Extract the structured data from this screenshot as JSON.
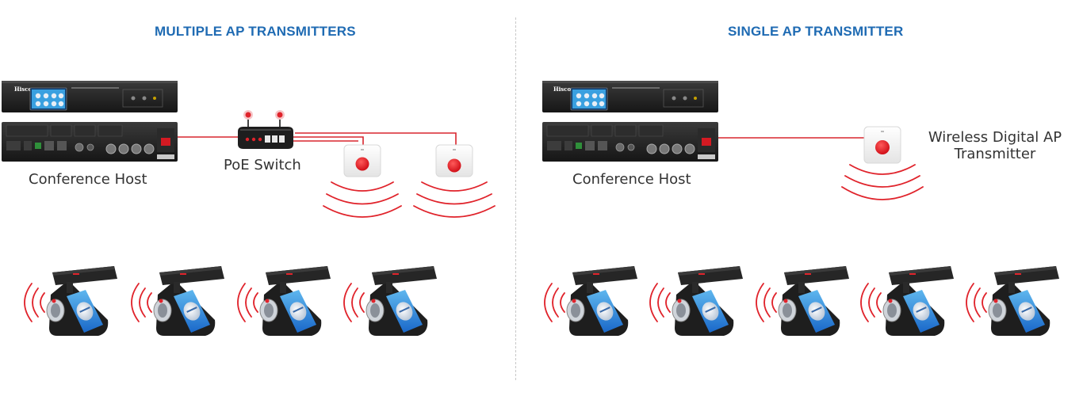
{
  "left_panel": {
    "title": "MULTIPLE AP TRANSMITTERS",
    "host_label": "Conference Host",
    "switch_label": "PoE Switch"
  },
  "right_panel": {
    "title": "SINGLE AP TRANSMITTER",
    "host_label": "Conference Host",
    "transmitter_label_line1": "Wireless Digital AP",
    "transmitter_label_line2": "Transmitter"
  },
  "host_brand": "Hisco",
  "colors": {
    "title_blue": "#1f6bb3",
    "cable_red": "#d9262e",
    "wave_red": "#e0232b",
    "device_dark": "#1e1e1e"
  },
  "left_microphone_count": 4,
  "right_microphone_count": 5
}
